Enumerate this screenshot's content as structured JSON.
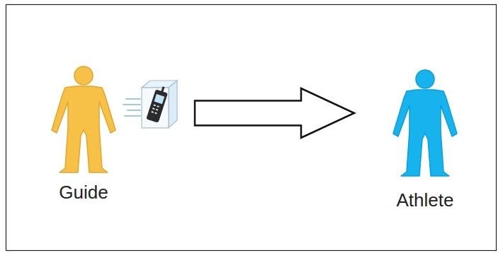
{
  "diagram": {
    "nodes": [
      {
        "text": [
          "Guide"
        ]
      },
      {
        "text": [
          "Athlete"
        ]
      }
    ],
    "edges": [
      {
        "from": 0,
        "to": 1,
        "arrow": "to"
      }
    ]
  }
}
